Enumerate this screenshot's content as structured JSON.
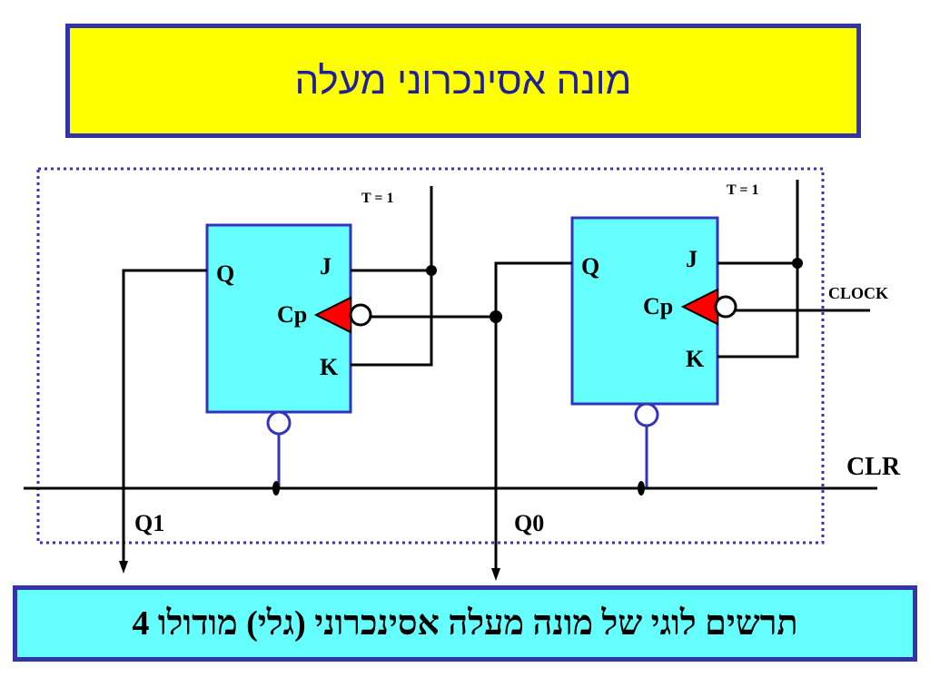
{
  "title": "מונה אסינכרוני מעלה",
  "caption": "תרשים לוגי של מונה מעלה אסינכרוני (גלי) מודולו 4",
  "flipflops": [
    {
      "q": "Q",
      "j": "J",
      "cp": "Cp",
      "k": "K"
    },
    {
      "q": "Q",
      "j": "J",
      "cp": "Cp",
      "k": "K"
    }
  ],
  "signals": {
    "t_left": "T = 1",
    "t_right": "T = 1",
    "clock": "CLOCK",
    "clr": "CLR",
    "q1": "Q1",
    "q0": "Q0"
  },
  "colors": {
    "flipflop_fill": "#66ffff",
    "flipflop_border": "#3333bb",
    "clock_triangle": "#ff0000",
    "title_bg": "#ffff00",
    "caption_bg": "#66ffff",
    "frame_dots": "#3333bb"
  }
}
